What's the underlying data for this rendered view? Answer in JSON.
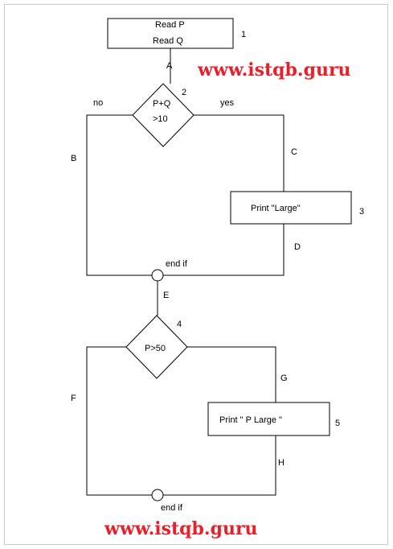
{
  "nodes": {
    "read": {
      "line1": "Read P",
      "line2": "Read Q",
      "num": "1"
    },
    "cond1": {
      "line1": "P+Q",
      "line2": ">10",
      "num": "2"
    },
    "print1": {
      "text": "Print \"Large\"",
      "num": "3"
    },
    "cond2": {
      "text": "P>50",
      "num": "4"
    },
    "print2": {
      "text": "Print \" P Large \"",
      "num": "5"
    }
  },
  "branches": {
    "no": "no",
    "yes": "yes"
  },
  "joins": {
    "endif1": "end if",
    "endif2": "end if"
  },
  "edges": {
    "A": "A",
    "B": "B",
    "C": "C",
    "D": "D",
    "E": "E",
    "F": "F",
    "G": "G",
    "H": "H"
  },
  "watermark": {
    "top": "www.istqb.guru",
    "bottom": "www.istqb.guru"
  },
  "colors": {
    "watermark": "#e8202a",
    "line": "#000000",
    "frame": "#c8c8c8"
  }
}
